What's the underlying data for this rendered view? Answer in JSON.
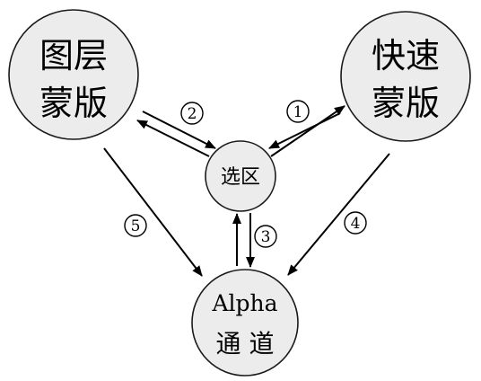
{
  "nodes": {
    "layer_mask": {
      "line1": "图层",
      "line2": "蒙版"
    },
    "quick_mask": {
      "line1": "快速",
      "line2": "蒙版"
    },
    "selection": {
      "label": "选区"
    },
    "alpha_channel": {
      "line1": "Alpha",
      "line2": "通 道"
    }
  },
  "edges": {
    "e1": "1",
    "e2": "2",
    "e3": "3",
    "e4": "4",
    "e5": "5"
  },
  "colors": {
    "node_fill": "#ececec",
    "stroke": "#000000"
  }
}
